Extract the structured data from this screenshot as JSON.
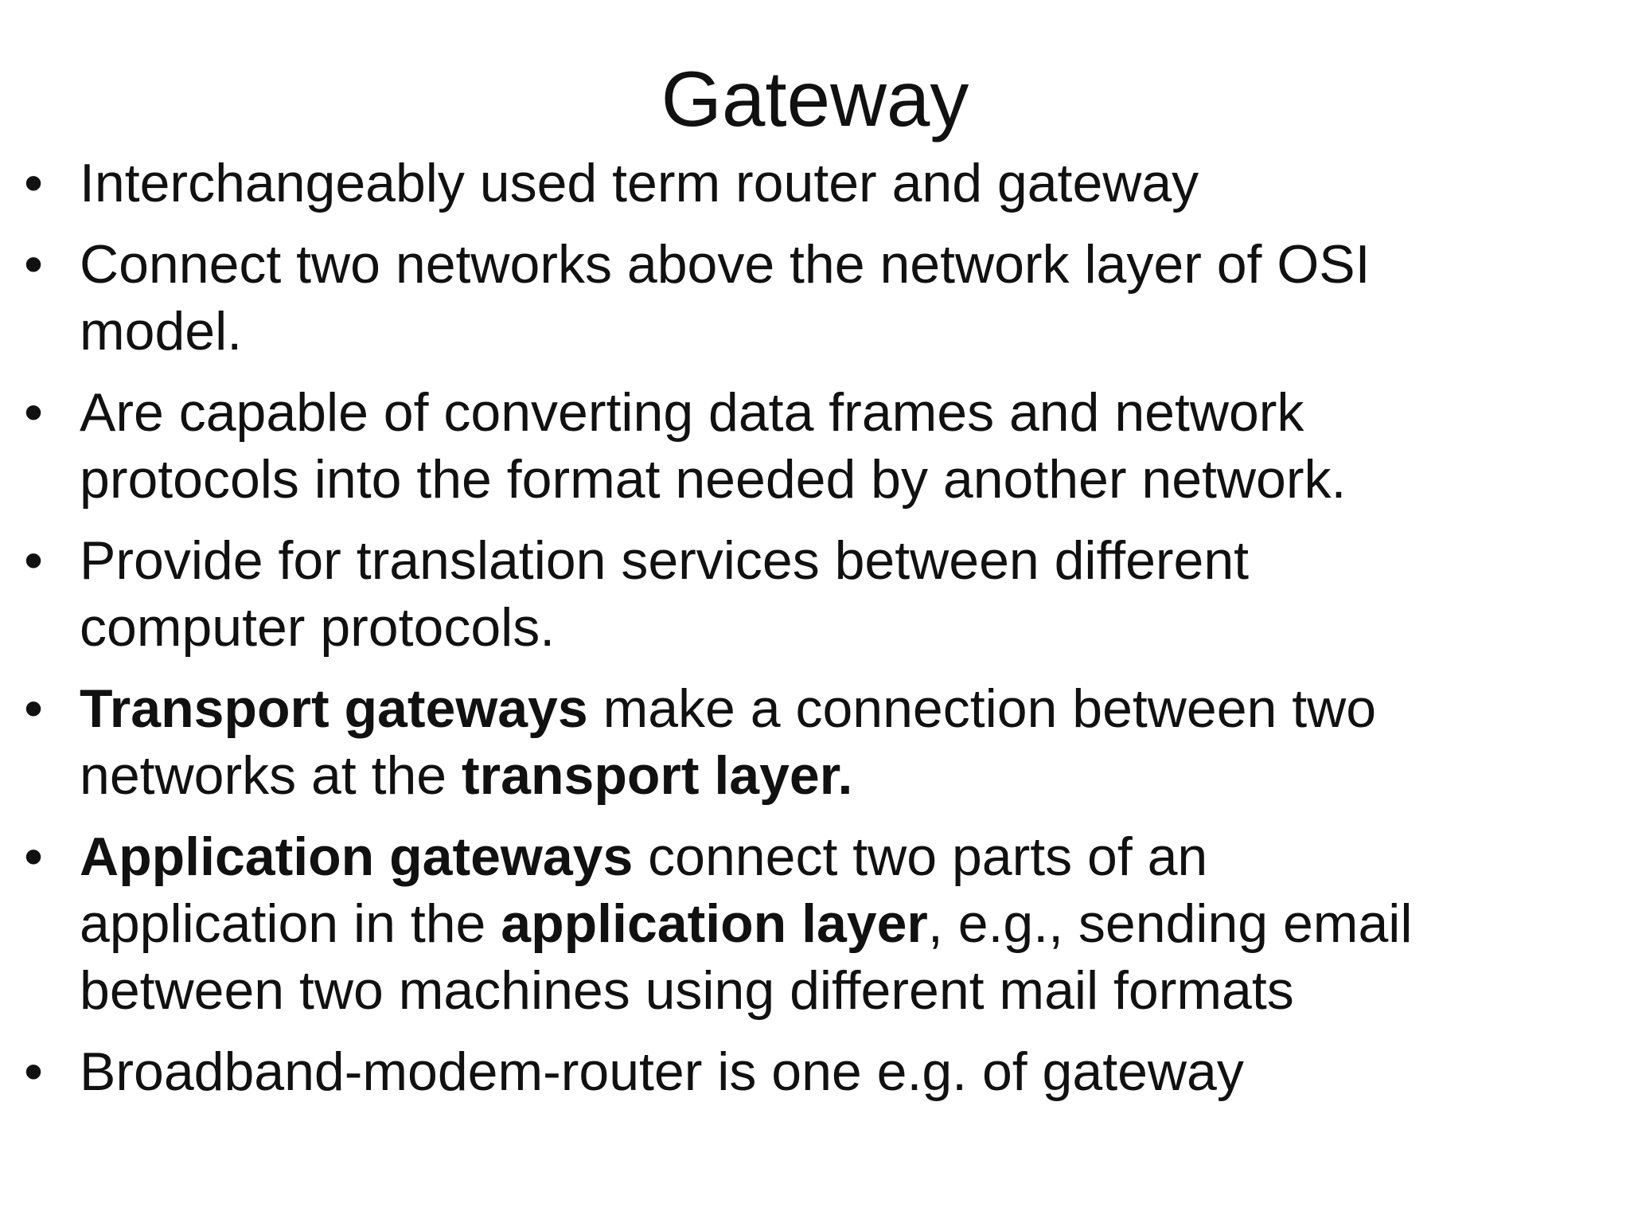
{
  "slide": {
    "title": "Gateway",
    "bullet_glyph": "•",
    "bullets": [
      {
        "lines": [
          [
            {
              "text": "Interchangeably used term router and gateway",
              "bold": false
            }
          ]
        ]
      },
      {
        "lines": [
          [
            {
              "text": "Connect two networks above the network layer of OSI",
              "bold": false
            }
          ],
          [
            {
              "text": "model.",
              "bold": false
            }
          ]
        ]
      },
      {
        "lines": [
          [
            {
              "text": "Are capable of converting data frames and network",
              "bold": false
            }
          ],
          [
            {
              "text": "protocols into the format needed by another network.",
              "bold": false
            }
          ]
        ]
      },
      {
        "lines": [
          [
            {
              "text": "Provide for translation services between different",
              "bold": false
            }
          ],
          [
            {
              "text": "computer protocols.",
              "bold": false
            }
          ]
        ]
      },
      {
        "lines": [
          [
            {
              "text": "Transport gateways",
              "bold": true
            },
            {
              "text": " make a connection between two",
              "bold": false
            }
          ],
          [
            {
              "text": "networks at the ",
              "bold": false
            },
            {
              "text": "transport layer.",
              "bold": true
            }
          ]
        ]
      },
      {
        "lines": [
          [
            {
              "text": "Application gateways",
              "bold": true
            },
            {
              "text": " connect two parts of an",
              "bold": false
            }
          ],
          [
            {
              "text": "application in the ",
              "bold": false
            },
            {
              "text": "application layer",
              "bold": true
            },
            {
              "text": ", e.g., sending email",
              "bold": false
            }
          ],
          [
            {
              "text": "between two machines using different mail formats",
              "bold": false
            }
          ]
        ]
      },
      {
        "lines": [
          [
            {
              "text": "Broadband-modem-router is one e.g. of gateway",
              "bold": false
            }
          ]
        ]
      }
    ]
  }
}
